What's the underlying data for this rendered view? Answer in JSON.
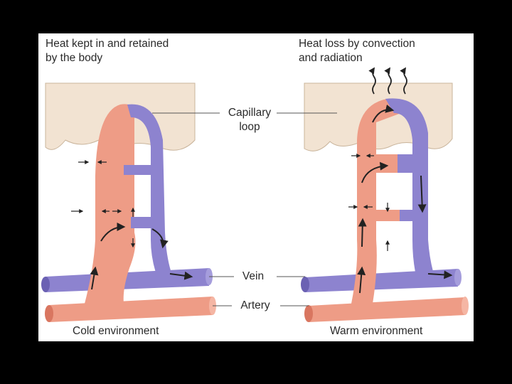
{
  "colors": {
    "page_bg": "#000000",
    "panel_bg": "#ffffff",
    "skin": "#f2e3d2",
    "artery": "#ee9c86",
    "artery_dark": "#d97660",
    "vein": "#8d83cf",
    "vein_dark": "#6b61b3",
    "arrow": "#222222",
    "text": "#2a2a2a"
  },
  "headings": {
    "left_line1": "Heat kept in and retained",
    "left_line2": "by the body",
    "right_line1": "Heat loss by convection",
    "right_line2": "and radiation"
  },
  "labels": {
    "capillary_line1": "Capillary",
    "capillary_line2": "loop",
    "vein": "Vein",
    "artery": "Artery"
  },
  "captions": {
    "left": "Cold environment",
    "right": "Warm environment"
  },
  "icons": {
    "heat_wave": "wavy-up-arrow-icon",
    "flow_arrow": "curved-flow-arrow-icon",
    "exchange_arrow": "double-inward-arrow-icon"
  }
}
